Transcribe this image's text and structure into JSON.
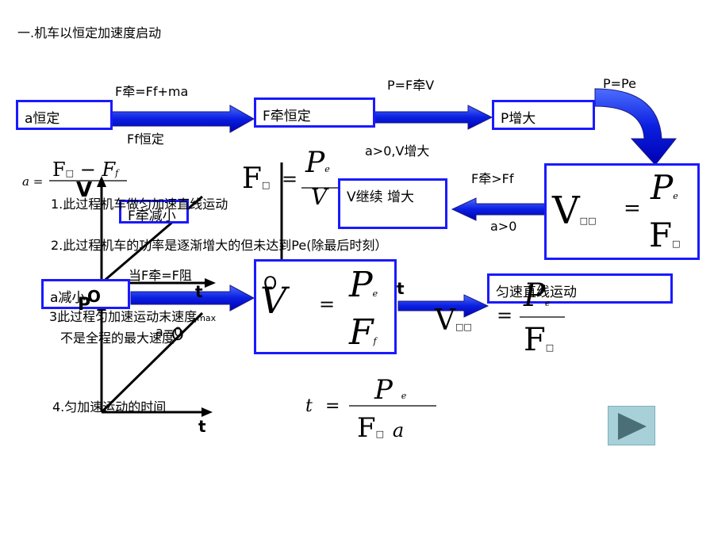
{
  "title": "一.机车以恒定加速度启动",
  "top_labels": {
    "f_eq": "F牵=Ff+ma",
    "ff_const": "Ff恒定",
    "p_eq": "P=F牵V",
    "a_v_inc": "a>0,V增大",
    "p_pe": "P=Pe",
    "f_gt": "F牵>Ff",
    "a_gt0": "a>0",
    "when_f": "当F牵=F阻",
    "a_eq0": "a=0"
  },
  "boxes": {
    "a_const": "a恒定",
    "f_const": "F牵恒定",
    "p_inc": "P增大",
    "v_continue": "V继续 增大",
    "f_dec": "F牵减小",
    "a_dec": "a减小",
    "uniform": "匀速直线运动"
  },
  "notes": {
    "n1": "1.此过程机车做匀加速直线运动",
    "n2": "2.此过程机车的功率是逐渐增大的但未达到Pe(除最后时刻）",
    "n3": "3此过程匀加速运动末速度",
    "n3_sub": "max",
    "n3b": "不是全程的最大速度",
    "n4": "4.匀加速运动的时间"
  },
  "formula_symbols": {
    "a": "a",
    "eq": "=",
    "F": "F",
    "Ff": "F",
    "f": "f",
    "minus": "−",
    "P": "P",
    "e": "e",
    "V": "V",
    "t": "t",
    "box_glyph": "□",
    "box_glyph2": "□□"
  },
  "axis_labels": {
    "v1": "V",
    "o1": "O",
    "t1": "t",
    "p2": "P",
    "o2": "O",
    "t2": "t",
    "o3": "O",
    "t3": "t"
  },
  "colors": {
    "accent": "#1a1aff",
    "arrow_dark": "#0000cc"
  }
}
